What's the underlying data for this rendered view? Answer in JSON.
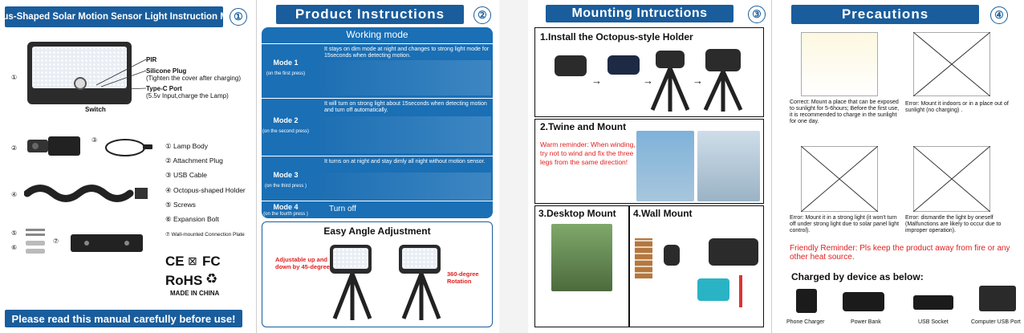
{
  "panel1": {
    "title": "Octopus-Shaped Solar Motion Sensor Light Instruction Manual",
    "number": "①",
    "item_markers": [
      "①",
      "②",
      "③",
      "④",
      "⑤",
      "⑥",
      "⑦"
    ],
    "callouts": {
      "pir": "PIR",
      "silicone_plug": "Silicone Plug",
      "silicone_plug_note": "(Tighten the cover after charging)",
      "type_c": "Type-C Port",
      "type_c_note": "(5.5v Input,charge the Lamp)",
      "switch": "Switch"
    },
    "parts": [
      "① Lamp Body",
      "② Attachment Plug",
      "③ USB Cable",
      "④ Octopus-shaped Holder",
      "⑤ Screws",
      "⑥ Expansion Bolt",
      "⑦ Wall-mounted Connection Plate"
    ],
    "certs": {
      "ce": "CE",
      "fc": "FC",
      "rohs": "RoHS",
      "made_in": "MADE IN CHINA"
    },
    "footer": "Please read this manual carefully before use!"
  },
  "panel2": {
    "title": "Product Instructions",
    "number": "②",
    "working_mode": "Working mode",
    "modes": [
      {
        "label": "Mode 1",
        "sub": "(on the first press)",
        "desc": "It stays on dim mode at night and changes to strong light mode for 15seconds when detecting motion."
      },
      {
        "label": "Mode 2",
        "sub": "(on the second press)",
        "desc": "It will turn on strong light about 15seconds when detecting motion and turn off automatically."
      },
      {
        "label": "Mode 3",
        "sub": "(on the third press )",
        "desc": "It turns on at night and stay dimly all night without motion sensor."
      },
      {
        "label": "Mode 4",
        "sub": "(on the fourth press )",
        "desc": "Turn off"
      }
    ],
    "angle_title": "Easy Angle Adjustment",
    "angle_left": "Adjustable up and down by 45-degree",
    "angle_right": "360-degree Rotation"
  },
  "panel3": {
    "title": "Mounting Intructions",
    "number": "③",
    "step1": "1.Install the Octopus-style Holder",
    "step2": "2.Twine and Mount",
    "warm_reminder": "Warm reminder: When winding, try not to wind and fix the three legs from the same direction!",
    "step3": "3.Desktop Mount",
    "step4": "4.Wall Mount"
  },
  "panel4": {
    "title": "Precautions",
    "number": "④",
    "correct": "Correct: Mount a place that can be exposed to sunlight for 5-6hours; Before the first use, it is recommended to charge in the sunlight for one day.",
    "error1": "Error:  Mount it indoors or in a place out of sunlight (no charging) .",
    "error2": "Error:  Mount it in a strong light (it won't turn off under strong light due to solar panel light control).",
    "error3": "Error: dismantle the light by oneself (Malfunctions are likely to occur due to improper operation).",
    "friendly": "Friendly Reminder: Pls keep the product away from fire or any other heat source.",
    "charged_title": "Charged by device as below:",
    "devices": [
      "Phone Charger",
      "Power Bank",
      "USB Socket",
      "Computer USB Port"
    ]
  },
  "colors": {
    "brand_blue": "#1a5d9c",
    "mode_blue": "#1a6fb5",
    "warning_red": "#e02020"
  }
}
